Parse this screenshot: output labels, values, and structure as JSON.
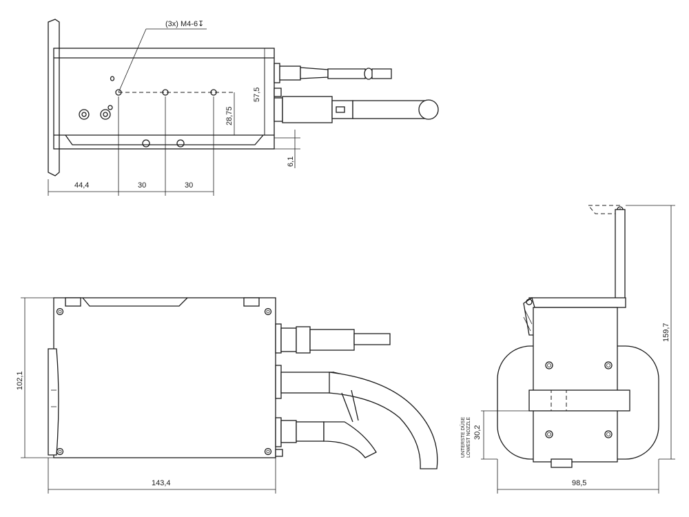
{
  "top_view": {
    "thread_callout": "(3x) M4-6↧",
    "dim_height": "57,5",
    "dim_hole_height": "28,75",
    "dim_offset": "6,1",
    "dim_left": "44,4",
    "dim_pitch_1": "30",
    "dim_pitch_2": "30"
  },
  "front_view": {
    "dim_height": "102,1",
    "dim_width": "143,4"
  },
  "side_view": {
    "dim_total_height": "159,7",
    "dim_width": "98,5",
    "dim_nozzle": "30,2",
    "nozzle_label_de": "UNTERSTE DÜSE",
    "nozzle_label_en": "LOWEST NOZZLE"
  }
}
